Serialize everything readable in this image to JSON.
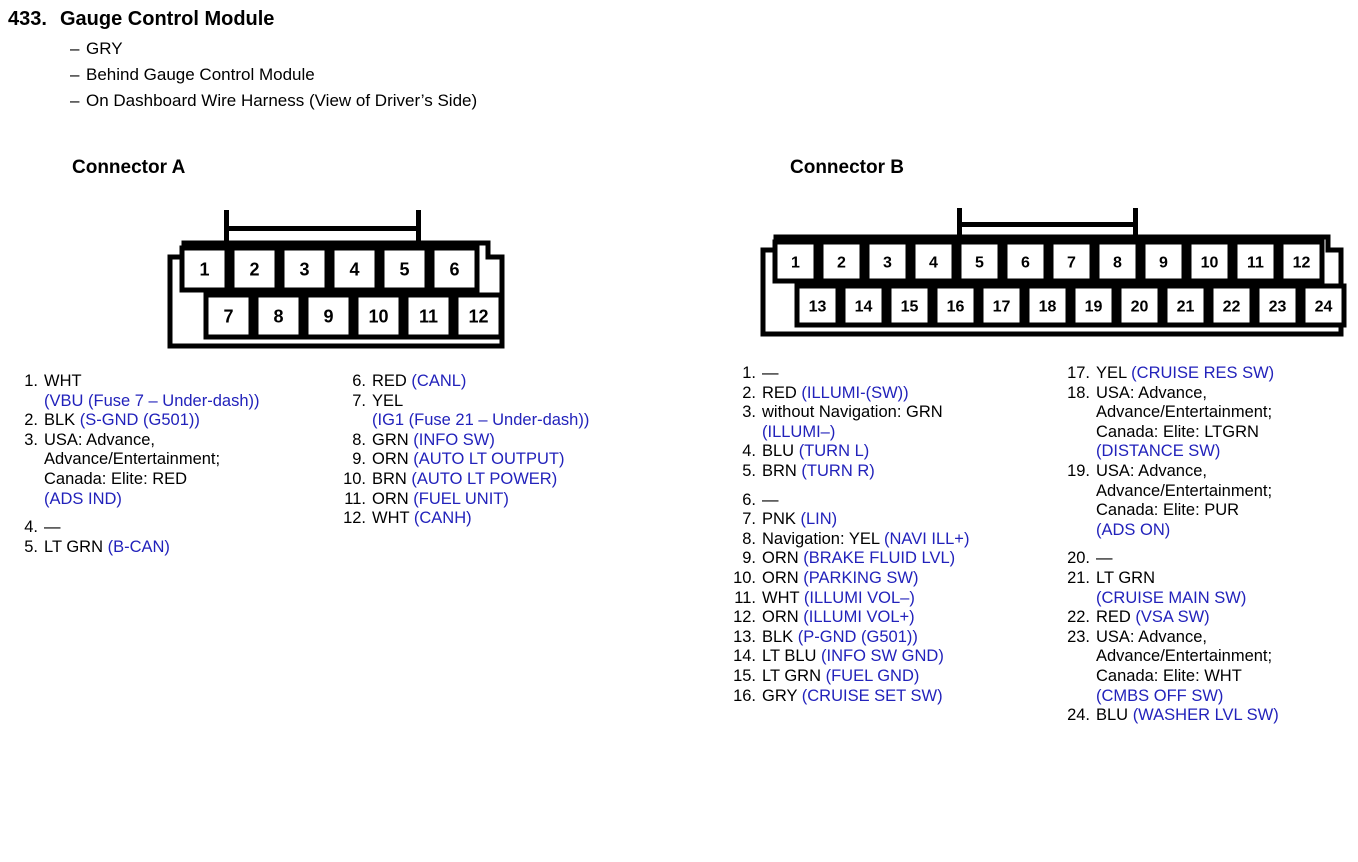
{
  "header": {
    "number": "433.",
    "title": "Gauge Control Module",
    "bullets": [
      "GRY",
      "Behind Gauge Control Module",
      "On Dashboard Wire Harness (View of Driver’s Side)"
    ],
    "dash": "–"
  },
  "colors": {
    "signal_blue": "#2222bb",
    "text_black": "#000000",
    "background": "#ffffff"
  },
  "connectors": [
    {
      "id": "A",
      "heading": "Connector A",
      "top_row_pins": [
        "1",
        "2",
        "3",
        "4",
        "5",
        "6"
      ],
      "bottom_row_pins": [
        "7",
        "8",
        "9",
        "10",
        "11",
        "12"
      ]
    },
    {
      "id": "B",
      "heading": "Connector B",
      "top_row_pins": [
        "1",
        "2",
        "3",
        "4",
        "5",
        "6",
        "7",
        "8",
        "9",
        "10",
        "11",
        "12"
      ],
      "bottom_row_pins": [
        "13",
        "14",
        "15",
        "16",
        "17",
        "18",
        "19",
        "20",
        "21",
        "22",
        "23",
        "24"
      ]
    }
  ],
  "pin_lists": {
    "A_left": [
      {
        "num": "1.",
        "lines": [
          {
            "t": "WHT"
          },
          {
            "t": "(VBU (Fuse 7 – Under-dash))",
            "blue": true
          }
        ]
      },
      {
        "num": "2.",
        "lines": [
          {
            "t": "BLK ",
            "suffix": "(S-GND (G501))"
          }
        ]
      },
      {
        "num": "3.",
        "lines": [
          {
            "t": "USA: Advance,"
          },
          {
            "t": "Advance/Entertainment;"
          },
          {
            "t": "Canada: Elite: RED"
          },
          {
            "t": "(ADS IND)",
            "blue": true
          }
        ],
        "gap_after": true
      },
      {
        "num": "4.",
        "lines": [
          {
            "t": "—"
          }
        ]
      },
      {
        "num": "5.",
        "lines": [
          {
            "t": "LT GRN ",
            "suffix": "(B-CAN)"
          }
        ]
      }
    ],
    "A_right": [
      {
        "num": "6.",
        "lines": [
          {
            "t": "RED ",
            "suffix": "(CANL)"
          }
        ]
      },
      {
        "num": "7.",
        "lines": [
          {
            "t": "YEL"
          },
          {
            "t": "(IG1 (Fuse 21 – Under-dash))",
            "blue": true
          }
        ]
      },
      {
        "num": "8.",
        "lines": [
          {
            "t": "GRN ",
            "suffix": "(INFO SW)"
          }
        ]
      },
      {
        "num": "9.",
        "lines": [
          {
            "t": "ORN ",
            "suffix": "(AUTO LT OUTPUT)"
          }
        ]
      },
      {
        "num": "10.",
        "lines": [
          {
            "t": "BRN ",
            "suffix": "(AUTO LT POWER)"
          }
        ]
      },
      {
        "num": "11.",
        "lines": [
          {
            "t": "ORN ",
            "suffix": "(FUEL UNIT)"
          }
        ]
      },
      {
        "num": "12.",
        "lines": [
          {
            "t": "WHT ",
            "suffix": "(CANH)"
          }
        ]
      }
    ],
    "B_left": [
      {
        "num": "1.",
        "lines": [
          {
            "t": "—"
          }
        ]
      },
      {
        "num": "2.",
        "lines": [
          {
            "t": "RED ",
            "suffix": "(ILLUMI-(SW))"
          }
        ]
      },
      {
        "num": "3.",
        "lines": [
          {
            "t": "without Navigation: GRN"
          },
          {
            "t": "(ILLUMI–)",
            "blue": true
          }
        ]
      },
      {
        "num": "4.",
        "lines": [
          {
            "t": "BLU ",
            "suffix": "(TURN L)"
          }
        ]
      },
      {
        "num": "5.",
        "lines": [
          {
            "t": "BRN ",
            "suffix": "(TURN R)"
          }
        ],
        "gap_after": true
      },
      {
        "num": "6.",
        "lines": [
          {
            "t": "—"
          }
        ]
      },
      {
        "num": "7.",
        "lines": [
          {
            "t": "PNK ",
            "suffix": "(LIN)"
          }
        ]
      },
      {
        "num": "8.",
        "lines": [
          {
            "t": "Navigation: YEL ",
            "suffix": "(NAVI ILL+)"
          }
        ]
      },
      {
        "num": "9.",
        "lines": [
          {
            "t": "ORN ",
            "suffix": "(BRAKE FLUID LVL)"
          }
        ]
      },
      {
        "num": "10.",
        "lines": [
          {
            "t": "ORN ",
            "suffix": "(PARKING SW)"
          }
        ]
      },
      {
        "num": "11.",
        "lines": [
          {
            "t": "WHT ",
            "suffix": "(ILLUMI VOL–)"
          }
        ]
      },
      {
        "num": "12.",
        "lines": [
          {
            "t": "ORN ",
            "suffix": "(ILLUMI VOL+)"
          }
        ]
      },
      {
        "num": "13.",
        "lines": [
          {
            "t": "BLK ",
            "suffix": "(P-GND (G501))"
          }
        ]
      },
      {
        "num": "14.",
        "lines": [
          {
            "t": "LT BLU ",
            "suffix": "(INFO SW GND)"
          }
        ]
      },
      {
        "num": "15.",
        "lines": [
          {
            "t": "LT GRN ",
            "suffix": "(FUEL GND)"
          }
        ]
      },
      {
        "num": "16.",
        "lines": [
          {
            "t": "GRY ",
            "suffix": "(CRUISE SET SW)"
          }
        ]
      }
    ],
    "B_right": [
      {
        "num": "17.",
        "lines": [
          {
            "t": "YEL ",
            "suffix": "(CRUISE RES SW)"
          }
        ]
      },
      {
        "num": "18.",
        "lines": [
          {
            "t": "USA: Advance,"
          },
          {
            "t": "Advance/Entertainment;"
          },
          {
            "t": "Canada: Elite: LTGRN"
          },
          {
            "t": "(DISTANCE SW)",
            "blue": true
          }
        ]
      },
      {
        "num": "19.",
        "lines": [
          {
            "t": "USA: Advance,"
          },
          {
            "t": "Advance/Entertainment;"
          },
          {
            "t": "Canada: Elite: PUR"
          },
          {
            "t": "(ADS ON)",
            "blue": true
          }
        ],
        "gap_after": true
      },
      {
        "num": "20.",
        "lines": [
          {
            "t": "—"
          }
        ]
      },
      {
        "num": "21.",
        "lines": [
          {
            "t": "LT GRN"
          },
          {
            "t": "(CRUISE MAIN SW)",
            "blue": true
          }
        ]
      },
      {
        "num": "22.",
        "lines": [
          {
            "t": "RED ",
            "suffix": "(VSA SW)"
          }
        ]
      },
      {
        "num": "23.",
        "lines": [
          {
            "t": "USA: Advance,"
          },
          {
            "t": "Advance/Entertainment;"
          },
          {
            "t": "Canada: Elite: WHT"
          },
          {
            "t": "(CMBS OFF SW)",
            "blue": true
          }
        ]
      },
      {
        "num": "24.",
        "lines": [
          {
            "t": "BLU ",
            "suffix": "(WASHER LVL SW)"
          }
        ]
      }
    ]
  }
}
